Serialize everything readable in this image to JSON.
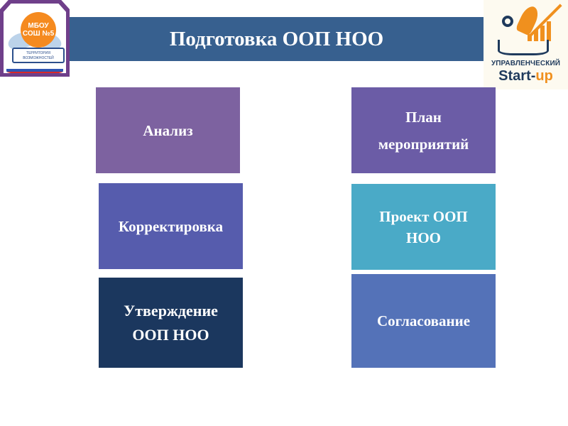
{
  "slide": {
    "title": "Подготовка ООП НОО",
    "colors": {
      "banner": "#37608f",
      "background": "#ffffff"
    }
  },
  "logo_left": {
    "line1": "МБОУ",
    "line2": "СОШ №5",
    "motto_line1": "ТЕРРИТОРИЯ",
    "motto_line2": "ВОЗМОЖНОСТЕЙ"
  },
  "logo_right": {
    "caption": "УПРАВЛЕНЧЕСКИЙ",
    "brand_main": "Start-",
    "brand_accent": "up"
  },
  "boxes": {
    "left": [
      {
        "label": "Анализ",
        "color": "#7d62a0"
      },
      {
        "label": "Корректировка",
        "color": "#565cad"
      },
      {
        "label": "Утверждение ООП НОО",
        "color": "#1b375e"
      }
    ],
    "right": [
      {
        "label": "План мероприятий",
        "color": "#6b5ca6"
      },
      {
        "label": "Проект ООП НОО",
        "color": "#4aaac7"
      },
      {
        "label": "Согласование",
        "color": "#5472b8"
      }
    ]
  }
}
